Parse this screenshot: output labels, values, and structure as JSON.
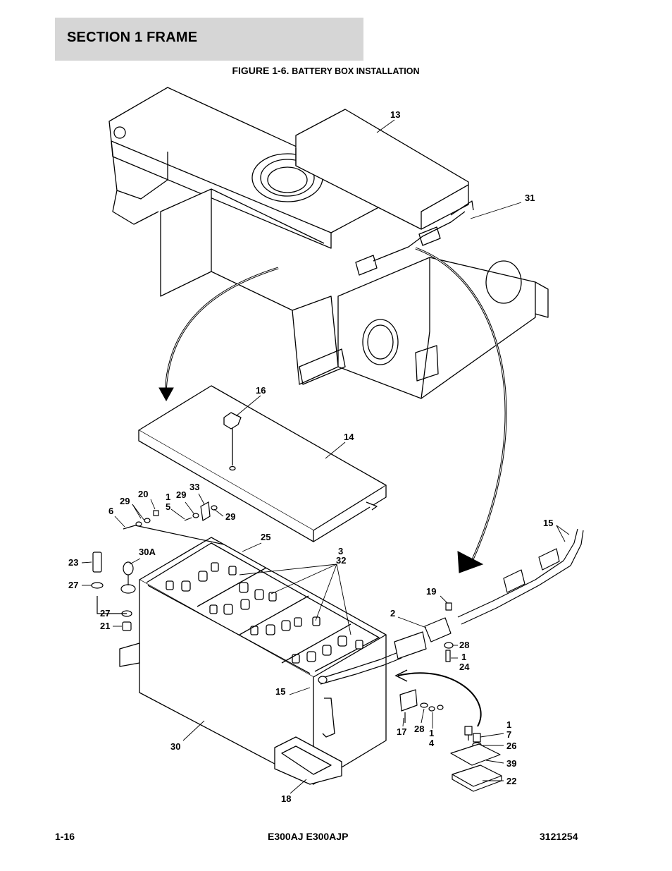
{
  "header": {
    "section_title": "SECTION 1  FRAME"
  },
  "figure": {
    "number": "FIGURE 1-6.",
    "title": "BATTERY BOX INSTALLATION"
  },
  "callouts": {
    "c13": "13",
    "c31": "31",
    "c16": "16",
    "c14": "14",
    "c29a": "29",
    "c20": "20",
    "c1a": "1",
    "c5": "5",
    "c29b": "29",
    "c33": "33",
    "c6": "6",
    "c29c": "29",
    "c25": "25",
    "c23": "23",
    "c30A": "30A",
    "c27a": "27",
    "c27b": "27",
    "c21": "21",
    "c3": "3",
    "c32": "32",
    "c15a": "15",
    "c19": "19",
    "c2": "2",
    "c28a": "28",
    "c1b": "1",
    "c24": "24",
    "c15b": "15",
    "c17": "17",
    "c28b": "28",
    "c1c": "1",
    "c4": "4",
    "c1d": "1",
    "c7": "7",
    "c26": "26",
    "c39": "39",
    "c22": "22",
    "c30": "30",
    "c18": "18"
  },
  "footer": {
    "page": "1-16",
    "model": "E300AJ E300AJP",
    "doc_number": "3121254"
  }
}
